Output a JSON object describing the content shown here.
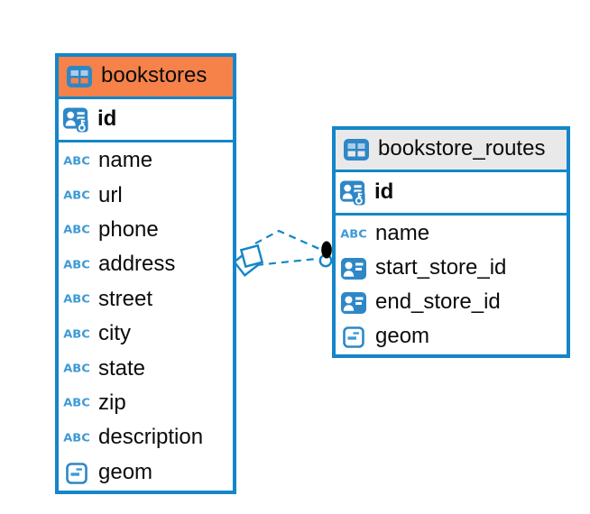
{
  "diagram_type": "entity-relationship",
  "colors": {
    "background": "#ffffff",
    "table_border": "#1486C9",
    "bookstores_header": "#F6824A",
    "routes_header": "#E9E9E9",
    "icon_blue": "#2E87C6",
    "icon_light_blue": "#A9CDE9",
    "abc_blue": "#3D9AD5",
    "relation_line": "#1486C9",
    "text": "#0b0b0b"
  },
  "tables": [
    {
      "title": "bookstores",
      "header_bg": "#F6824A",
      "pk": {
        "name": "id",
        "type": "primary-key"
      },
      "columns": [
        {
          "name": "name",
          "type": "text"
        },
        {
          "name": "url",
          "type": "text"
        },
        {
          "name": "phone",
          "type": "text"
        },
        {
          "name": "address",
          "type": "text"
        },
        {
          "name": "street",
          "type": "text"
        },
        {
          "name": "city",
          "type": "text"
        },
        {
          "name": "state",
          "type": "text"
        },
        {
          "name": "zip",
          "type": "text"
        },
        {
          "name": "description",
          "type": "text"
        },
        {
          "name": "geom",
          "type": "geometry"
        }
      ]
    },
    {
      "title": "bookstore_routes",
      "header_bg": "#E9E9E9",
      "pk": {
        "name": "id",
        "type": "primary-key"
      },
      "columns": [
        {
          "name": "name",
          "type": "text"
        },
        {
          "name": "start_store_id",
          "type": "reference"
        },
        {
          "name": "end_store_id",
          "type": "reference"
        },
        {
          "name": "geom",
          "type": "geometry"
        }
      ]
    }
  ],
  "relationship": {
    "style": "dashed",
    "color": "#1486C9",
    "edge_count": 2,
    "source_table": "bookstores",
    "target_table": "bookstore_routes",
    "source_marker": "stacked-squares",
    "target_marker": "black-dot-with-circle"
  },
  "icons": {
    "table": "table-icon",
    "primary_key": "contact-card-with-key-icon",
    "text": "abc-text-type-icon",
    "reference": "contact-card-icon",
    "geometry": "geometry-note-icon"
  }
}
